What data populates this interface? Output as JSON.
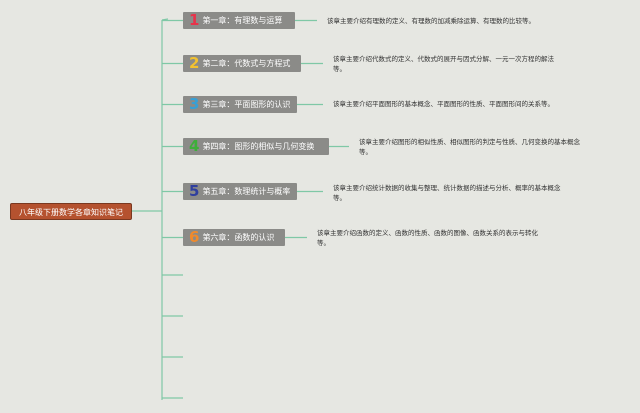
{
  "root": {
    "label": "八年级下册数学各章知识笔记"
  },
  "chapters": [
    {
      "number": "1",
      "number_color": "#e8334a",
      "label": "第一章：有理数与运算",
      "desc_lines": [
        "该章主要介绍有理数的定义、有理数的加减乘除运算、有理数的比较等。"
      ]
    },
    {
      "number": "2",
      "number_color": "#f2c230",
      "label": "第二章：代数式与方程式",
      "desc_lines": [
        "该章主要介绍代数式的定义、代数式的展开与因式分解、一元一次方程的解法",
        "等。"
      ]
    },
    {
      "number": "3",
      "number_color": "#36a0d6",
      "label": "第三章：平面图形的认识",
      "desc_lines": [
        "该章主要介绍平面图形的基本概念、平面图形的性质、平面图形间的关系等。"
      ]
    },
    {
      "number": "4",
      "number_color": "#3eae3a",
      "label": "第四章：图形的相似与几何变换",
      "desc_lines": [
        "该章主要介绍图形的相似性质、相似图形的判定与性质、几何变换的基本概念",
        "等。"
      ]
    },
    {
      "number": "5",
      "number_color": "#2f3f9e",
      "label": "第五章：数理统计与概率",
      "desc_lines": [
        "该章主要介绍统计数据的收集与整理、统计数据的描述与分析、概率的基本概念",
        "等。"
      ]
    },
    {
      "number": "6",
      "number_color": "#f08a2c",
      "label": "第六章：函数的认识",
      "desc_lines": [
        "该章主要介绍函数的定义、函数的性质、函数的图像、函数关系的表示与转化",
        "等。"
      ]
    }
  ],
  "colors": {
    "connector": "#7fc8a6",
    "node_fill": "#8b8b88",
    "root_fill": "#b5522f"
  }
}
